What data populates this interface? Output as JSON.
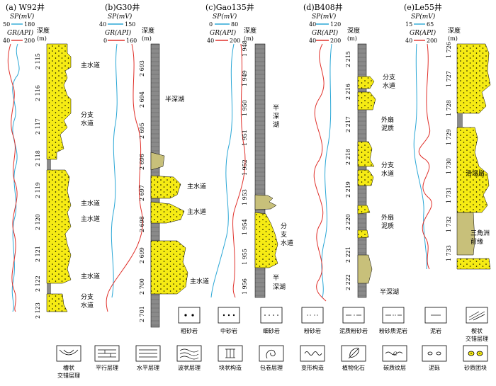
{
  "wells": [
    {
      "title": "(a) W92井",
      "sp_label": "SP(mV)",
      "sp_min": "50",
      "sp_max": "180",
      "gr_label": "GR(API)",
      "gr_min": "40",
      "gr_max": "200",
      "depth_label": "深度",
      "depth_unit": "(m)",
      "depths": [
        "2 115",
        "2 116",
        "2 117",
        "2 118",
        "2 119",
        "2 120",
        "2 121",
        "2 122",
        "2 123"
      ],
      "annotations": [
        "主水道",
        "分支",
        "水道",
        "主水道",
        "主水道",
        "主水道",
        "分支",
        "水道"
      ]
    },
    {
      "title": "(b)G30井",
      "sp_label": "SP(mV)",
      "sp_min": "40",
      "sp_max": "150",
      "gr_label": "GR(API)",
      "gr_min": "0",
      "gr_max": "160",
      "depth_label": "深度",
      "depth_unit": "(m)",
      "depths": [
        "2 693",
        "2 694",
        "2 695",
        "2 696",
        "2 697",
        "2 698",
        "2 699",
        "2 700",
        "2 701"
      ],
      "annotations": [
        "半深湖",
        "主水道",
        "主水道",
        "主水道"
      ]
    },
    {
      "title": "(c)Gao135井",
      "sp_label": "SP(mV)",
      "sp_min": "0",
      "sp_max": "80",
      "gr_label": "GR(API)",
      "gr_min": "40",
      "gr_max": "200",
      "depth_label": "深度",
      "depth_unit": "(m)",
      "depths": [
        "1 948",
        "1 949",
        "1 950",
        "1 951",
        "1 952",
        "1 953",
        "1 954",
        "1 955",
        "1 956"
      ],
      "annotations": [
        "半",
        "深",
        "湖",
        "分",
        "支",
        "水道",
        "半",
        "深湖"
      ]
    },
    {
      "title": "(d)B408井",
      "sp_label": "SP(mV)",
      "sp_min": "40",
      "sp_max": "120",
      "gr_label": "GR(API)",
      "gr_min": "40",
      "gr_max": "200",
      "depth_label": "深度",
      "depth_unit": "(m)",
      "depths": [
        "2 215",
        "2 216",
        "2 217",
        "2 218",
        "2 219",
        "2 220",
        "2 221",
        "2 222"
      ],
      "annotations": [
        "分支",
        "水道",
        "外扇",
        "泥质",
        "分支",
        "水道",
        "外扇",
        "泥质",
        "半深湖"
      ]
    },
    {
      "title": "(e)Le55井",
      "sp_label": "SP(mV)",
      "sp_min": "15",
      "sp_max": "65",
      "gr_label": "GR(API)",
      "gr_min": "40",
      "gr_max": "200",
      "depth_label": "深度",
      "depth_unit": "(m)",
      "depths": [
        "1 726",
        "1 727",
        "1 728",
        "1 729",
        "1 730",
        "1 731",
        "1 732",
        "1 733"
      ],
      "annotations": [
        "滑塌扇",
        "三角洲",
        "前缘"
      ]
    }
  ],
  "legend_row1": [
    {
      "label": "粗砂岩"
    },
    {
      "label": "中砂岩"
    },
    {
      "label": "细砂岩"
    },
    {
      "label": "粉砂岩"
    },
    {
      "label": "泥质粉砂岩"
    },
    {
      "label": "粉砂质泥岩"
    },
    {
      "label": "泥岩"
    },
    {
      "label": "楔状",
      "label2": "交错层理"
    }
  ],
  "legend_row2": [
    {
      "label": "槽状",
      "label2": "交错层理"
    },
    {
      "label": "平行层理"
    },
    {
      "label": "水平层理"
    },
    {
      "label": "波状层理"
    },
    {
      "label": "块状构造"
    },
    {
      "label": "包卷层理"
    },
    {
      "label": "变形构造"
    },
    {
      "label": "植物化石"
    },
    {
      "label": "碳质纹层"
    },
    {
      "label": "泥砾"
    },
    {
      "label": "砂质团块"
    }
  ],
  "colors": {
    "sp": "#2aa7d6",
    "gr": "#e0302a",
    "sand": "#f6eb14",
    "mud": "#8a8a8a",
    "muddy_sand": "#c8c07a"
  }
}
